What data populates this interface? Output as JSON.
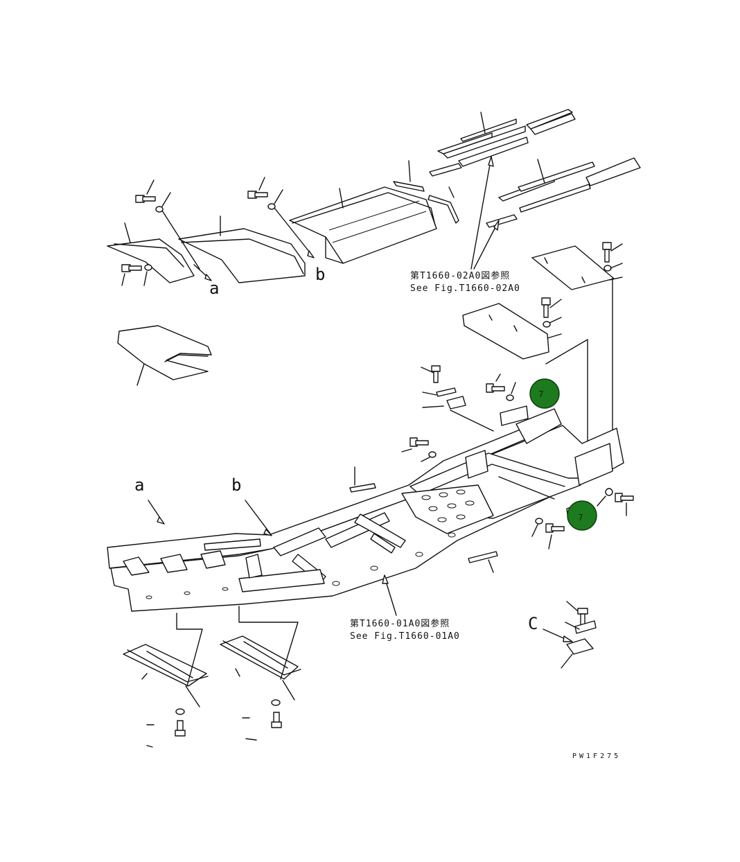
{
  "labels": {
    "a_top": "a",
    "b_top": "b",
    "a_frame": "a",
    "b_frame": "b",
    "c": "C"
  },
  "references": {
    "upper_jp": "第T1660-02A0図参照",
    "upper_en": "See Fig.T1660-02A0",
    "lower_jp": "第T1660-01A0図参照",
    "lower_en": "See Fig.T1660-01A0"
  },
  "callouts": [
    {
      "number": "7",
      "color": "#1e7a1e"
    },
    {
      "number": "7",
      "color": "#1e7a1e"
    }
  ],
  "drawing_code": "PW1F275"
}
